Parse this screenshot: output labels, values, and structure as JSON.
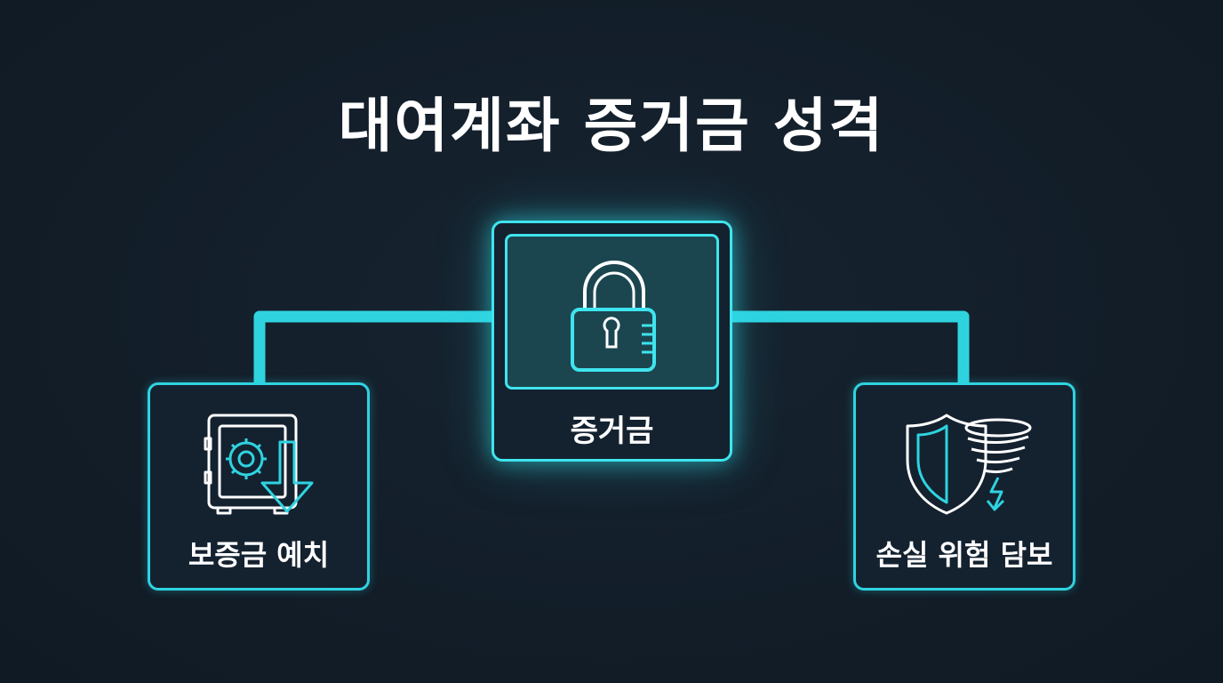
{
  "title": "대여계좌 증거금 성격",
  "colors": {
    "background": "#131f2b",
    "accent": "#2fd3e0",
    "text": "#ffffff",
    "panel_fill": "#1b4650"
  },
  "nodes": {
    "center": {
      "label": "증거금",
      "icon": "padlock-icon"
    },
    "left": {
      "label": "보증금 예치",
      "icon": "safe-deposit-icon"
    },
    "right": {
      "label": "손실 위험 담보",
      "icon": "shield-tornado-icon"
    }
  }
}
